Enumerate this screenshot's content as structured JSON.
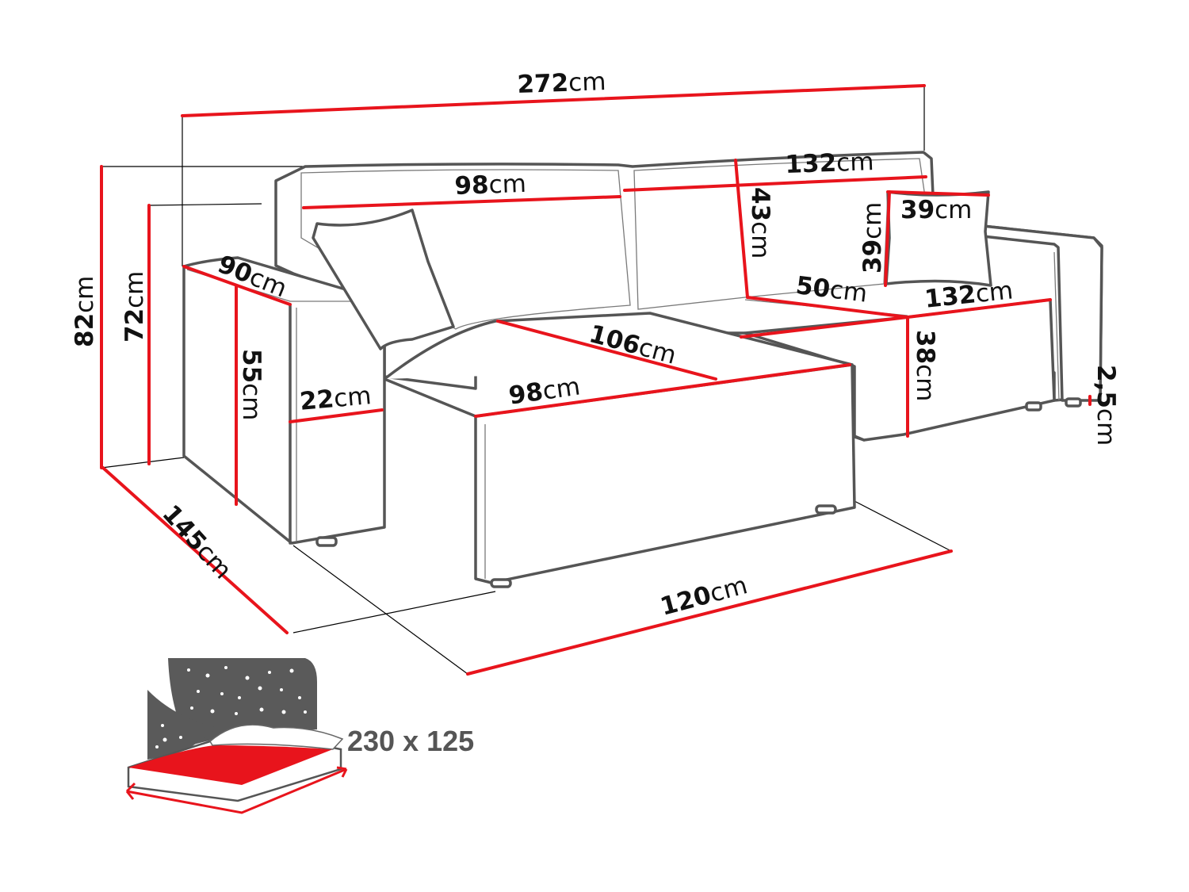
{
  "diagram": {
    "subject": "Corner sofa bed dimension drawing",
    "unit": "cm",
    "colors": {
      "dimension_line": "#e8141c",
      "outline": "#555555",
      "guide": "#000000",
      "bed_icon_dark": "#5a5a5a"
    },
    "dimensions": {
      "total_width": {
        "value": "272",
        "unit": "cm"
      },
      "back_left_width": {
        "value": "98",
        "unit": "cm"
      },
      "back_right_width": {
        "value": "132",
        "unit": "cm"
      },
      "backrest_height": {
        "value": "43",
        "unit": "cm"
      },
      "pillow_height": {
        "value": "39",
        "unit": "cm"
      },
      "pillow_width": {
        "value": "39",
        "unit": "cm"
      },
      "total_height": {
        "value": "82",
        "unit": "cm"
      },
      "back_height": {
        "value": "72",
        "unit": "cm"
      },
      "armrest_depth": {
        "value": "90",
        "unit": "cm"
      },
      "armrest_height": {
        "value": "55",
        "unit": "cm"
      },
      "armrest_width": {
        "value": "22",
        "unit": "cm"
      },
      "seat_depth_chaise": {
        "value": "106",
        "unit": "cm"
      },
      "chaise_width": {
        "value": "98",
        "unit": "cm"
      },
      "seat_depth": {
        "value": "50",
        "unit": "cm"
      },
      "seat_width_right": {
        "value": "132",
        "unit": "cm"
      },
      "seat_height": {
        "value": "38",
        "unit": "cm"
      },
      "leg_height": {
        "value": "2,5",
        "unit": "cm"
      },
      "total_depth": {
        "value": "145",
        "unit": "cm"
      },
      "right_depth": {
        "value": "120",
        "unit": "cm"
      }
    },
    "sleeping_area": {
      "icon": "bed-with-night-sky-icon",
      "label": "230 x 125"
    }
  }
}
